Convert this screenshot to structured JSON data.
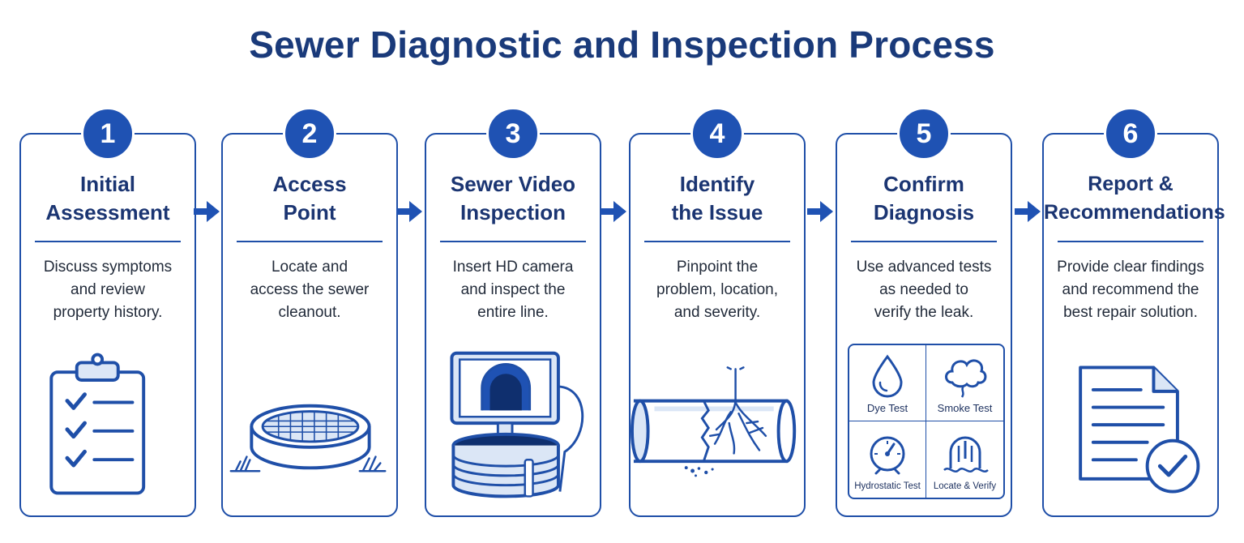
{
  "title": "Sewer Diagnostic and Inspection Process",
  "colors": {
    "primary": "#1f52b3",
    "border": "#1f4fa8",
    "title": "#1a3a7a",
    "icon_fill": "#dbe6f6"
  },
  "steps": [
    {
      "number": "1",
      "title_lines": [
        "Initial",
        "Assessment"
      ],
      "desc_lines": [
        "Discuss symptoms",
        "and review",
        "property history."
      ],
      "icon": "clipboard-checklist-icon"
    },
    {
      "number": "2",
      "title_lines": [
        "Access",
        "Point"
      ],
      "desc_lines": [
        "Locate and",
        "access the sewer",
        "cleanout."
      ],
      "icon": "sewer-cleanout-grate-icon"
    },
    {
      "number": "3",
      "title_lines": [
        "Sewer Video",
        "Inspection"
      ],
      "desc_lines": [
        "Insert HD camera",
        "and inspect the",
        "entire line."
      ],
      "icon": "inspection-camera-reel-icon"
    },
    {
      "number": "4",
      "title_lines": [
        "Identify",
        "the Issue"
      ],
      "desc_lines": [
        "Pinpoint the",
        "problem, location,",
        "and severity."
      ],
      "icon": "cracked-pipe-roots-icon"
    },
    {
      "number": "5",
      "title_lines": [
        "Confirm",
        "Diagnosis"
      ],
      "desc_lines": [
        "Use advanced tests",
        "as needed to",
        "verify the leak."
      ],
      "icon": "tests-grid",
      "tests": [
        {
          "label": "Dye Test",
          "icon": "droplet-icon"
        },
        {
          "label": "Smoke Test",
          "icon": "smoke-cloud-icon"
        },
        {
          "label": "Hydrostatic Test",
          "icon": "pressure-gauge-icon"
        },
        {
          "label": "Locate & Verify",
          "icon": "locate-pipe-icon"
        }
      ]
    },
    {
      "number": "6",
      "title_lines": [
        "Report &",
        "Recommendations"
      ],
      "desc_lines": [
        "Provide clear findings",
        "and recommend the",
        "best repair solution."
      ],
      "icon": "report-document-check-icon"
    }
  ]
}
